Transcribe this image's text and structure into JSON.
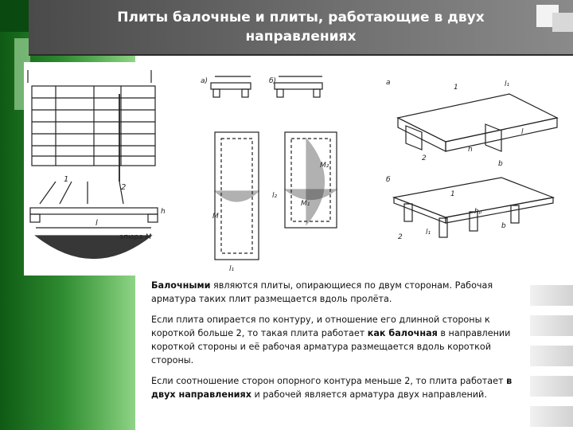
{
  "title": {
    "line1": "Плиты балочные и плиты, работающие в двух",
    "line2": "направлениях"
  },
  "figure": {
    "labels": {
      "a_paren": "а)",
      "b_paren": "б)",
      "a": "а",
      "b": "б",
      "one": "1",
      "two": "2",
      "l": "l",
      "l1": "l₁",
      "l2": "l₂",
      "h": "h",
      "h1": "hₚ",
      "M": "M",
      "M1": "M₁",
      "M2": "M₂",
      "b_dim": "b",
      "epure": "эпюра M"
    }
  },
  "text": {
    "p1_bold": "Балочными",
    "p1_rest": " являются плиты, опирающиеся по двум сторонам. Рабочая арматура таких плит размещается вдоль пролёта.",
    "p2_start": "Если плита опирается по контуру, и отношение его длинной стороны к короткой больше 2, то такая плита работает ",
    "p2_bold": "как балочная",
    "p2_end": " в направлении короткой стороны и её рабочая арматура размещается вдоль короткой стороны.",
    "p3_start": "Если соотношение сторон опорного контура меньше 2, то плита работает ",
    "p3_bold": "в двух направлениях",
    "p3_end": " и рабочей является арматура двух направлений."
  }
}
